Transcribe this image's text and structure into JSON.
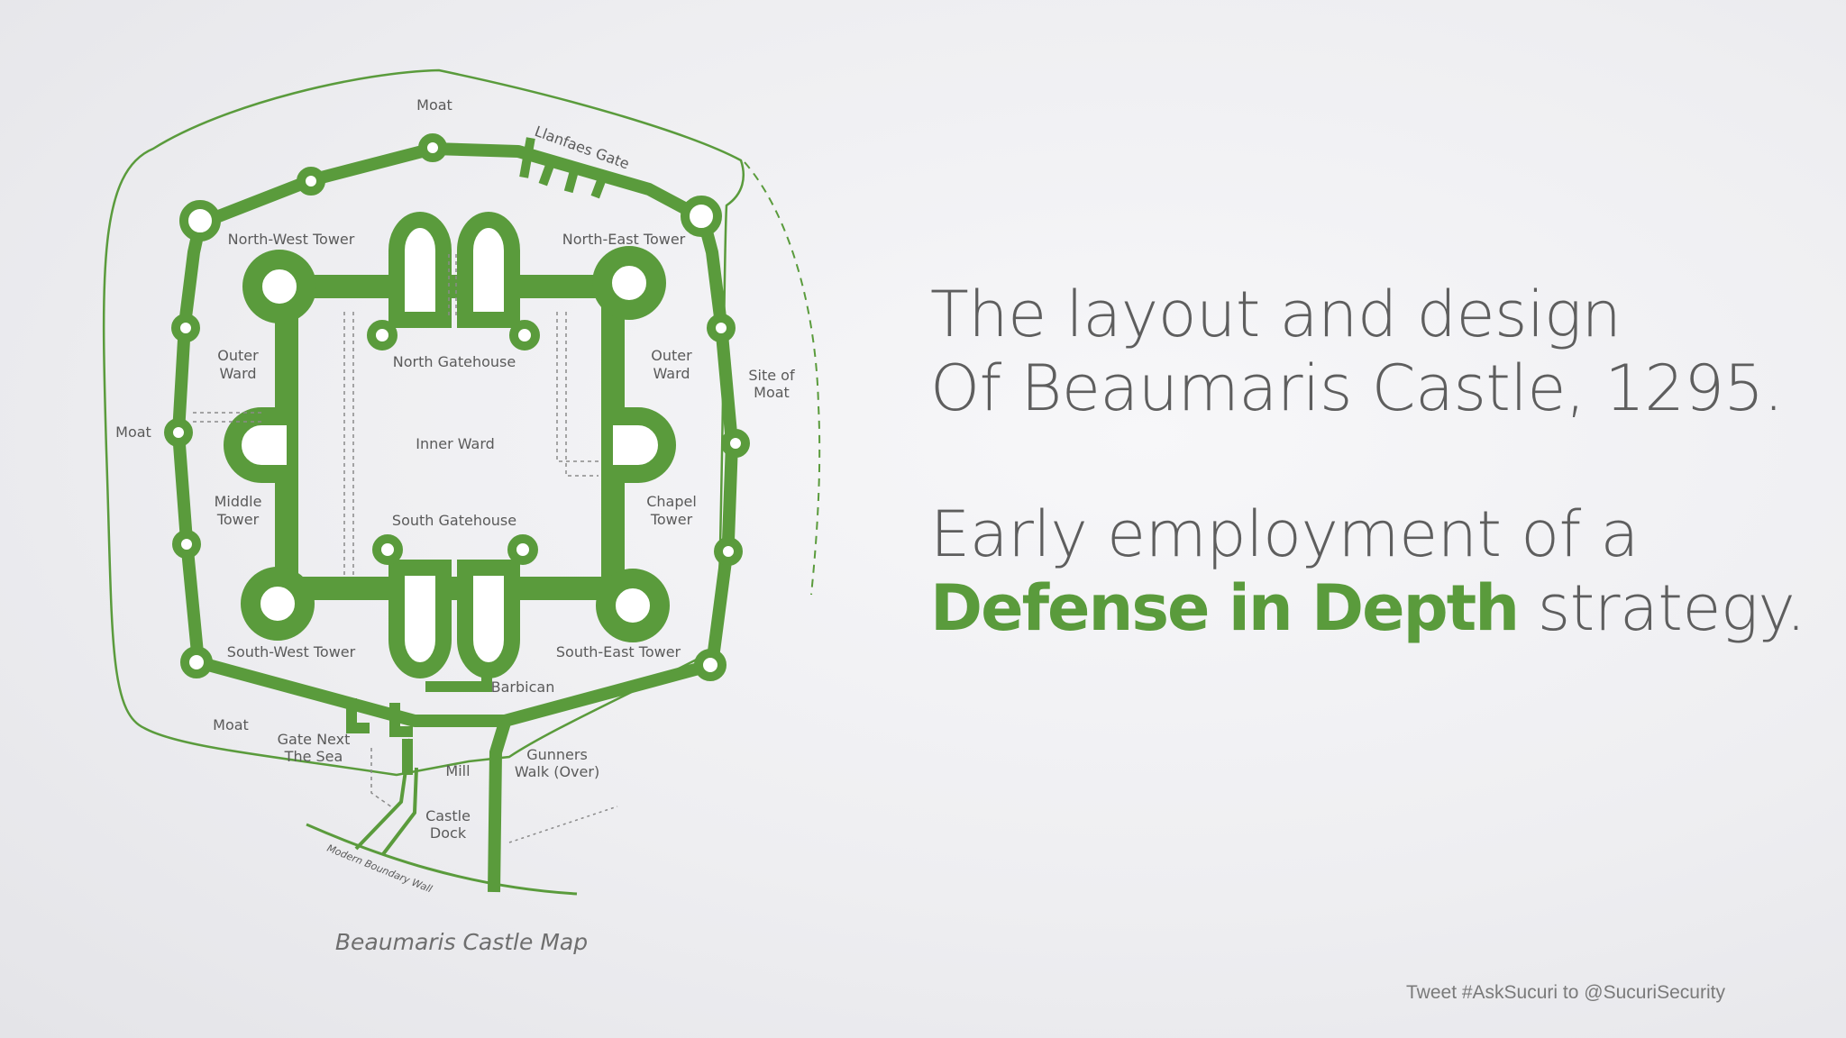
{
  "map": {
    "caption": "Beaumaris Castle Map",
    "accent_color": "#5a9b3c",
    "labels": {
      "moat_top": "Moat",
      "llanfaes_gate": "Llanfaes Gate",
      "north_west_tower": "North-West Tower",
      "north_east_tower": "North-East Tower",
      "outer_ward_left": [
        "Outer",
        "Ward"
      ],
      "outer_ward_right": [
        "Outer",
        "Ward"
      ],
      "north_gatehouse": "North Gatehouse",
      "site_of_moat": [
        "Site of",
        "Moat"
      ],
      "moat_left": "Moat",
      "inner_ward": "Inner Ward",
      "middle_tower": [
        "Middle",
        "Tower"
      ],
      "chapel_tower": [
        "Chapel",
        "Tower"
      ],
      "south_gatehouse": "South Gatehouse",
      "south_west_tower": "South-West Tower",
      "south_east_tower": "South-East Tower",
      "barbican": "Barbican",
      "moat_bottom": "Moat",
      "gate_next_the_sea": [
        "Gate Next",
        "The Sea"
      ],
      "gunners_walk": [
        "Gunners",
        "Walk (Over)"
      ],
      "mill": "Mill",
      "castle_dock": [
        "Castle",
        "Dock"
      ],
      "modern_boundary_wall": "Modern Boundary Wall"
    }
  },
  "headline": {
    "line1": "The layout and design",
    "line2": "Of Beaumaris Castle, 1295.",
    "line3": "Early employment of a",
    "line4_accent": "Defense in Depth",
    "line4_rest": " strategy."
  },
  "footer": {
    "text": "Tweet  #AskSucuri  to  @SucuriSecurity"
  }
}
